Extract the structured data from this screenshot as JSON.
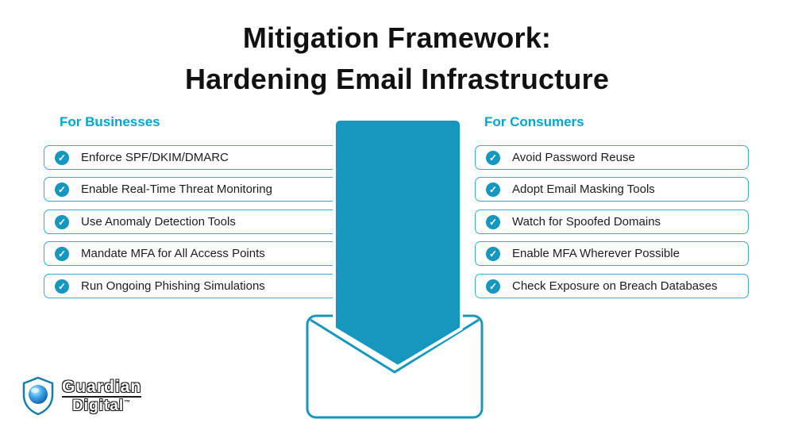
{
  "title": {
    "line1": "Mitigation Framework:",
    "line2": "Hardening Email Infrastructure"
  },
  "columns": {
    "business": {
      "header": "For Businesses",
      "items": [
        "Enforce SPF/DKIM/DMARC",
        "Enable Real-Time Threat Monitoring",
        "Use Anomaly Detection Tools",
        "Mandate MFA for All Access Points",
        "Run Ongoing Phishing Simulations"
      ]
    },
    "consumer": {
      "header": "For Consumers",
      "items": [
        "Avoid Password Reuse",
        "Adopt Email Masking Tools",
        "Watch for Spoofed Domains",
        "Enable MFA Wherever Possible",
        "Check Exposure on Breach Databases"
      ]
    }
  },
  "icons": {
    "check": "✓"
  },
  "logo": {
    "line1": "Guardian",
    "line2": "Digital",
    "tm": "™"
  },
  "colors": {
    "teal": "#1697BD",
    "cyan_header": "#00A6CC",
    "box_border": "#35AFD2",
    "text": "#1d1d1d"
  }
}
